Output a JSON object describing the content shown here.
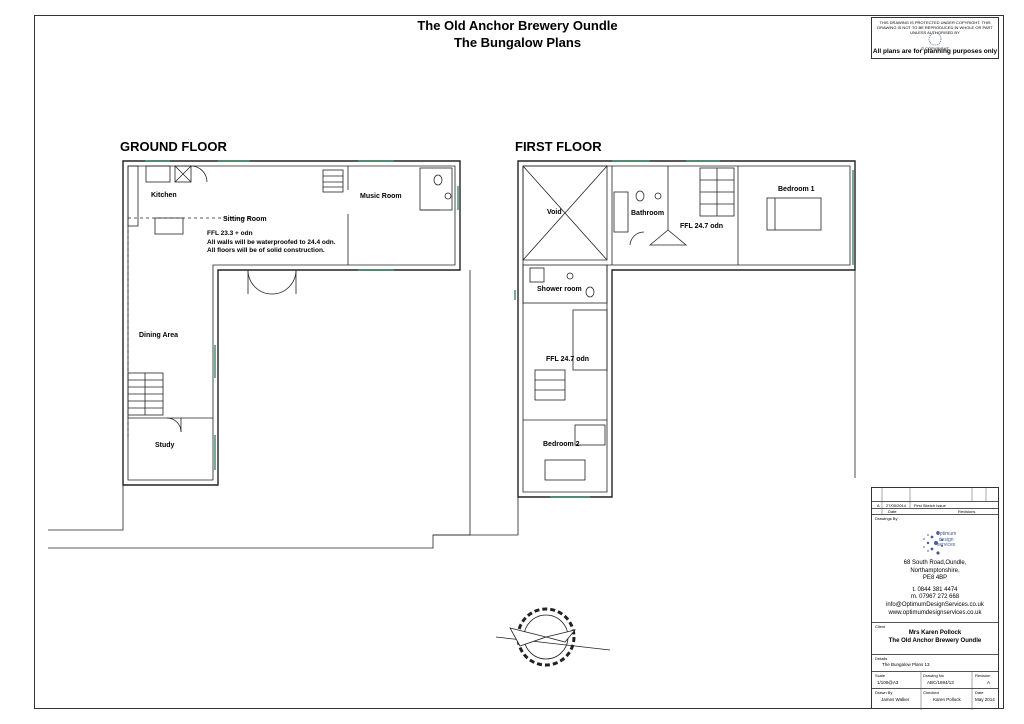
{
  "header": {
    "title_line1": "The Old Anchor Brewery Oundle",
    "title_line2": "The Bungalow Plans"
  },
  "copyright": {
    "notice": "THIS DRAWING IS PROTECTED UNDER COPYRIGHT. THIS DRAWING IS NOT TO BE REPRODUCED IN WHOLE OR PART UNLESS AUTHORISED BY",
    "label": "© COPYRIGHT",
    "planning_note": "All plans are for planning purposes only"
  },
  "ground_floor": {
    "heading": "GROUND FLOOR",
    "rooms": {
      "kitchen": "Kitchen",
      "sitting_room": "Sitting Room",
      "music_room": "Music Room",
      "dining_area": "Dining Area",
      "study": "Study"
    },
    "notes": {
      "ffl": "FFL 23.3 + odn",
      "waterproof": "All walls will be waterproofed to 24.4 odn.",
      "floors": "All floors will be of solid construction."
    }
  },
  "first_floor": {
    "heading": "FIRST FLOOR",
    "rooms": {
      "void": "Void",
      "bathroom": "Bathroom",
      "bedroom1": "Bedroom 1",
      "shower_room": "Shower room",
      "bedroom2": "Bedroom 2"
    },
    "ffl_upper": "FFL 24.7 odn",
    "ffl_lower": "FFL 24.7 odn"
  },
  "title_block": {
    "revision_letter": "A",
    "revision_date": "27/05/2014",
    "revision_desc": "First Sketch Issue",
    "col_date": "Date",
    "col_revisions": "Revisions",
    "drawings_by_label": "Drawings By",
    "logo_text_1": "Optimum",
    "logo_text_2": "design",
    "logo_text_3": "services",
    "address_1": "68 South Road,Oundle,",
    "address_2": "Northamptonshire,",
    "address_3": "PE8 4BP",
    "phone": "t.  0844 381 4474",
    "mobile": "m. 07967 272 668",
    "email": "info@OptimumDesignServices.co.uk",
    "web": "www.optimumdesignservices.co.uk",
    "client_label": "Client",
    "client_name": "Mrs Karen Pollock",
    "client_project": "The Old Anchor Brewery Oundle",
    "details_label": "Details",
    "details_value": "The Bungalow Plans 13",
    "scale_label": "Scale",
    "scale_value": "1/100@A3",
    "drawing_no_label": "Drawing No",
    "drawing_no_value": "ABC/1894/13",
    "revision_label": "Revision",
    "revision_value": "A",
    "drawn_by_label": "Drawn By",
    "drawn_by_value": "James Walker",
    "checked_label": "Checked",
    "checked_value": "Karen Pollock",
    "date_label": "Date",
    "date_value": "May 2014"
  },
  "colors": {
    "line": "#222222",
    "window": "#3a8a6a",
    "logo": "#4a5a9a"
  }
}
